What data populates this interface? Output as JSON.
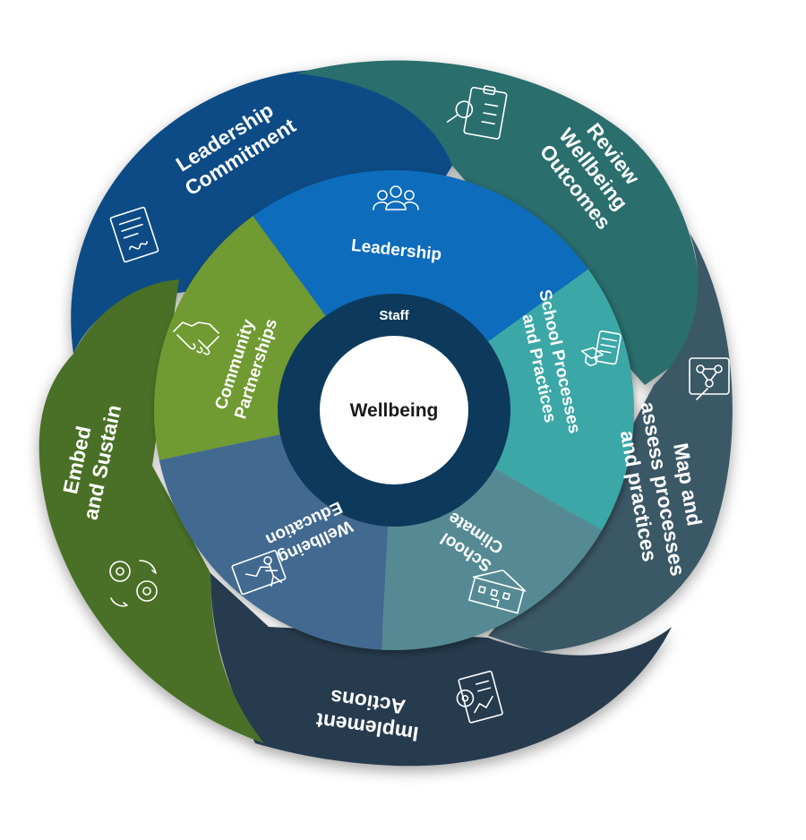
{
  "center": {
    "title": "Wellbeing"
  },
  "staff_ring": {
    "label": "Staff",
    "color": "#0d3a5c"
  },
  "middle_ring": [
    {
      "id": "leadership",
      "lines": [
        "Leadership"
      ],
      "color": "#0a6cbc",
      "icon": "people-group-icon"
    },
    {
      "id": "school-processes",
      "lines": [
        "School Processes",
        "and Practices"
      ],
      "color": "#3aa7a6",
      "icon": "graduation-scroll-icon"
    },
    {
      "id": "school-climate",
      "lines": [
        "School",
        "Climate"
      ],
      "color": "#558a94",
      "icon": "school-building-icon"
    },
    {
      "id": "wellbeing-education",
      "lines": [
        "Wellbeing",
        "Education"
      ],
      "color": "#43698f",
      "icon": "whiteboard-teacher-icon"
    },
    {
      "id": "community-partnerships",
      "lines": [
        "Community",
        "Partnerships"
      ],
      "color": "#6f9a31",
      "icon": "handshake-icon"
    }
  ],
  "outer_ring": [
    {
      "id": "leadership-commitment",
      "lines": [
        "Leadership",
        "Commitment"
      ],
      "color": "#0d4c86",
      "icon": "signed-document-icon"
    },
    {
      "id": "review-wellbeing-outcomes",
      "lines": [
        "Review",
        "Wellbeing",
        "Outcomes"
      ],
      "color": "#2b6e6d",
      "icon": "clipboard-review-icon"
    },
    {
      "id": "map-and-assess",
      "lines": [
        "Map and",
        "assess processes",
        "and practices"
      ],
      "color": "#3a5866",
      "icon": "process-map-icon"
    },
    {
      "id": "implement-actions",
      "lines": [
        "Implement",
        "Actions"
      ],
      "color": "#263a4d",
      "icon": "gear-document-icon"
    },
    {
      "id": "embed-and-sustain",
      "lines": [
        "Embed",
        "and Sustain"
      ],
      "color": "#4a7027",
      "icon": "gears-cycle-icon"
    }
  ]
}
